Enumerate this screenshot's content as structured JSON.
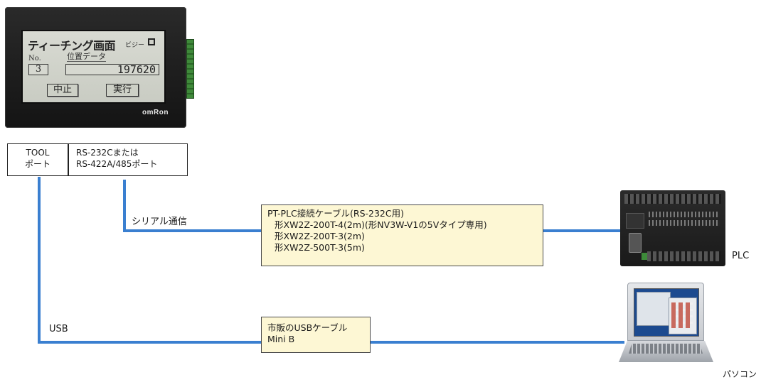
{
  "hmi": {
    "screen_title": "ティーチング画面",
    "buzzer_label": "ビジー",
    "no_label": "No.",
    "position_label": "位置データ",
    "no_value": "3",
    "position_value": "197620",
    "cancel_button": "中止",
    "run_button": "実行",
    "brand": "omRon"
  },
  "ports": {
    "tool_line1": "TOOL",
    "tool_line2": "ポート",
    "rs_line1": "RS-232Cまたは",
    "rs_line2": "RS-422A/485ポート"
  },
  "serial": {
    "label": "シリアル通信",
    "cable_title": "PT-PLC接続ケーブル(RS-232C用)",
    "cable_items": [
      "形XW2Z-200T-4(2m)(形NV3W-V1の5Vタイプ専用)",
      "形XW2Z-200T-3(2m)",
      "形XW2Z-500T-3(5m)"
    ],
    "device_label": "PLC"
  },
  "usb": {
    "label": "USB",
    "cable_line1": "市販のUSBケーブル",
    "cable_line2": "Mini B",
    "device_label": "パソコン"
  },
  "colors": {
    "line": "#3a7fd0",
    "box_fill": "#fdf7d4"
  }
}
